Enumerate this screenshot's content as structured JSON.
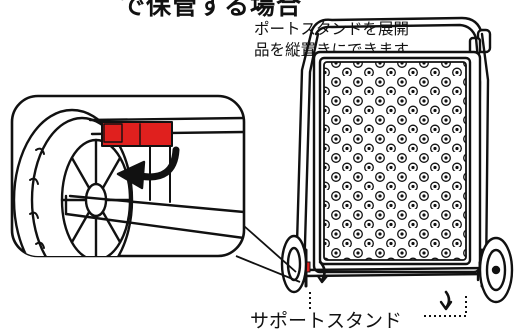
{
  "heading": {
    "title_partial": "で保管する場合",
    "desc_line_1": "ポートスタンドを展開",
    "desc_line_2": "品を縦置きにできます。"
  },
  "callout": {
    "label": "サポートスタンド"
  },
  "colors": {
    "line": "#111111",
    "lock_part": "#e0201e",
    "panel": "#ffffff"
  },
  "icons": [
    "rotate-arrow-icon",
    "rotate-arrow-icon"
  ]
}
